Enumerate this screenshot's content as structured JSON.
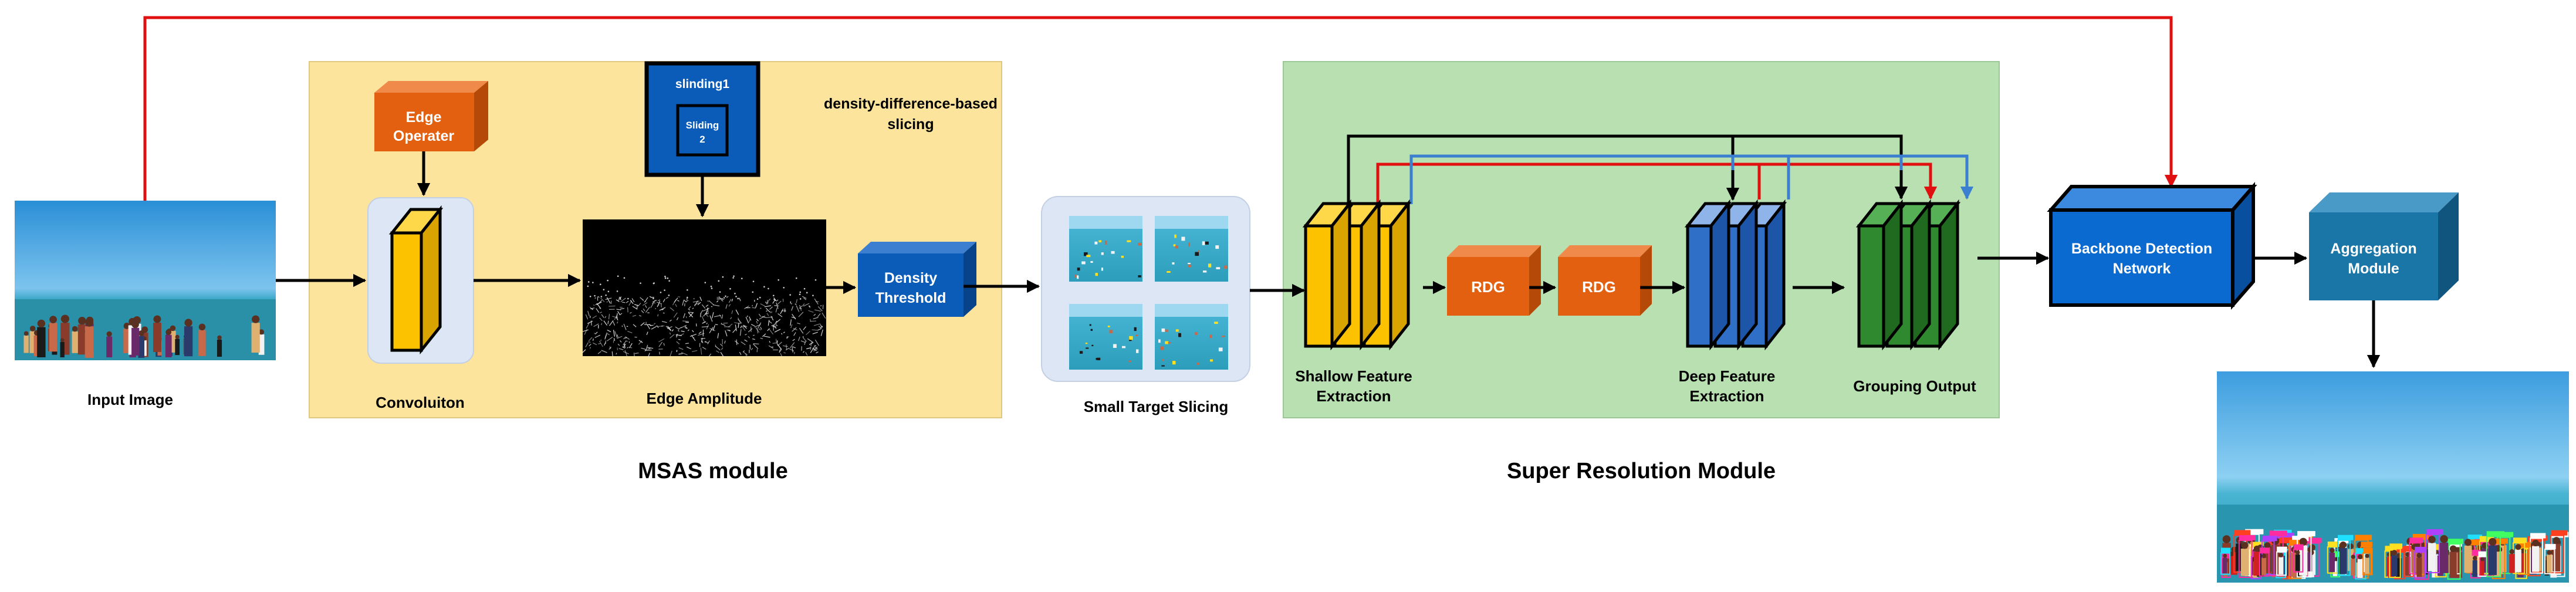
{
  "labels": {
    "input_image": "Input Image",
    "edge_operater_line1": "Edge",
    "edge_operater_line2": "Operater",
    "convolution": "Convoluiton",
    "slinding1": "slinding1",
    "sliding2_line1": "Sliding",
    "sliding2_line2": "2",
    "density_slicing_line1": "density-difference-based",
    "density_slicing_line2": "slicing",
    "edge_amplitude": "Edge Amplitude",
    "density_threshold_line1": "Density",
    "density_threshold_line2": "Threshold",
    "small_target_slicing": "Small Target Slicing",
    "shallow_line1": "Shallow Feature",
    "shallow_line2": "Extraction",
    "rdg1": "RDG",
    "rdg2": "RDG",
    "deep_line1": "Deep Feature",
    "deep_line2": "Extraction",
    "grouping_output": "Grouping Output",
    "backbone_line1": "Backbone Detection",
    "backbone_line2": "Network",
    "aggregation_line1": "Aggregation",
    "aggregation_line2": "Module",
    "msas_module": "MSAS module",
    "super_resolution_module": "Super Resolution Module"
  },
  "colors": {
    "msas_panel": "#fde49c",
    "sr_panel": "#b8e0b0",
    "orange": "#e2600f",
    "yellow": "#fcc200",
    "blue_dark": "#0a5cb8",
    "blue_mid": "#3c7fd0",
    "green": "#2f8a2f",
    "teal": "#1b76a8",
    "red_line": "#e01010",
    "blue_line": "#3a7fd0"
  }
}
